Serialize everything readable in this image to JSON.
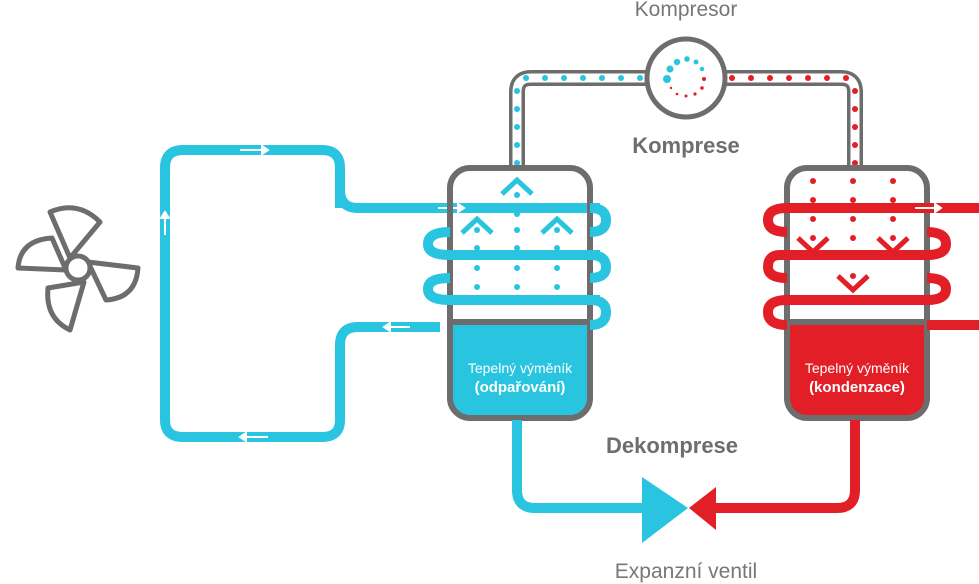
{
  "labels": {
    "compressor": "Kompresor",
    "compression": "Komprese",
    "decompression": "Dekomprese",
    "expansion_valve": "Expanzní ventil"
  },
  "evaporator": {
    "title": "Tepelný výměník",
    "subtitle": "(odpařování)"
  },
  "condenser": {
    "title": "Tepelný výměník",
    "subtitle": "(kondenzace)"
  },
  "colors": {
    "cold": "#29c4e0",
    "hot": "#e21f26",
    "outline": "#6d6d6d"
  },
  "icons": [
    "fan-icon",
    "compressor-icon",
    "expansion-valve-icon",
    "flow-arrow-icon"
  ]
}
